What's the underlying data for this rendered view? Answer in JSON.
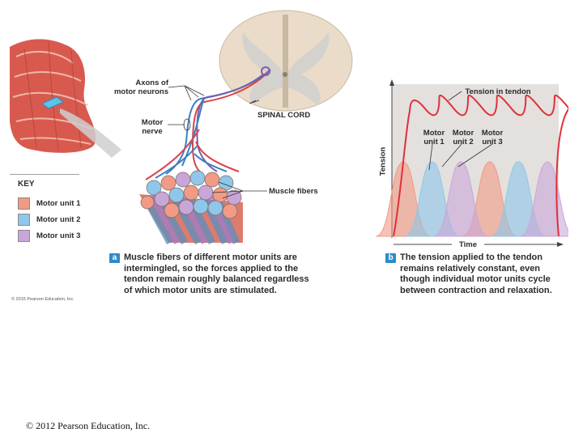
{
  "colors": {
    "motor_unit_1": "#f19a84",
    "motor_unit_2": "#8ec7ea",
    "motor_unit_3": "#c9a6d8",
    "graph_bg": "#e3e0de",
    "tension_line": "#e0303a",
    "badge": "#2e8bc9"
  },
  "panel_a": {
    "labels": {
      "axons": "Axons of\nmotor neurons",
      "spinal_cord": "SPINAL CORD",
      "motor_nerve": "Motor\nnerve",
      "muscle_fibers": "Muscle fibers"
    },
    "key": {
      "title": "KEY",
      "items": [
        {
          "label": "Motor unit 1",
          "color": "#f19a84"
        },
        {
          "label": "Motor unit 2",
          "color": "#8ec7ea"
        },
        {
          "label": "Motor unit 3",
          "color": "#c9a6d8"
        }
      ]
    },
    "badge": "a",
    "caption_lines": [
      "Muscle fibers of different motor units are",
      "intermingled, so the forces applied to the",
      "tendon remain roughly balanced regardless",
      "of which motor units are stimulated."
    ],
    "copyright_small": "© 2015 Pearson Education, Inc."
  },
  "panel_b": {
    "badge": "b",
    "caption_lines": [
      "The tension applied to the tendon",
      "remains relatively constant, even",
      "though individual motor units cycle",
      "between contraction and relaxation."
    ]
  },
  "chart_data": {
    "type": "area",
    "title": "",
    "xlabel": "Time",
    "ylabel": "Tension",
    "annotations": [
      "Tension in tendon",
      "Motor\nunit 1",
      "Motor\nunit 2",
      "Motor\nunit 3"
    ],
    "series": [
      {
        "name": "Motor unit 1",
        "peaks": [
          1,
          4
        ]
      },
      {
        "name": "Motor unit 2",
        "peaks": [
          2,
          5
        ]
      },
      {
        "name": "Motor unit 3",
        "peaks": [
          3,
          6
        ]
      }
    ],
    "x_peaks": [
      1,
      2,
      3,
      4,
      5,
      6
    ],
    "grid": false
  },
  "copyright_main": "© 2012 Pearson Education, Inc."
}
